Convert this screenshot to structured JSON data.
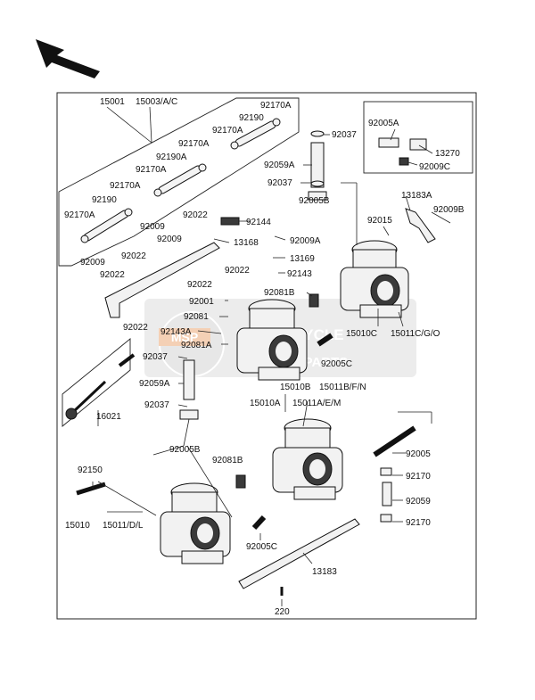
{
  "labels": {
    "l15001": "15001",
    "l15003": "15003/A/C",
    "l92170A_a": "92170A",
    "l92190_a": "92190",
    "l92170A_b": "92170A",
    "l92170A_c": "92170A",
    "l92190A": "92190A",
    "l92170A_d": "92170A",
    "l92170A_e": "92170A",
    "l92190_b": "92190",
    "l92170A_f": "92170A",
    "l92037_a": "92037",
    "l92059A_a": "92059A",
    "l92037_b": "92037",
    "l92005B_a": "92005B",
    "l92005A": "92005A",
    "l13270": "13270",
    "l92009C": "92009C",
    "l13183A": "13183A",
    "l92009B": "92009B",
    "l92015": "92015",
    "l92009_a": "92009",
    "l92022_a": "92022",
    "l92144": "92144",
    "l92009_b": "92009",
    "l13168": "13168",
    "l92009A": "92009A",
    "l92022_b": "92022",
    "l13169": "13169",
    "l92009_c": "92009",
    "l92022_c": "92022",
    "l92022_d": "92022",
    "l92143": "92143",
    "l92022_e": "92022",
    "l92081B_a": "92081B",
    "l92001": "92001",
    "l92022_f": "92022",
    "l92081": "92081",
    "l92143A": "92143A",
    "l92081A": "92081A",
    "l15010C": "15010C",
    "l15011C": "15011C/G/O",
    "l92037_c": "92037",
    "l92005C_a": "92005C",
    "l92059A_b": "92059A",
    "l15010B": "15010B",
    "l15011B": "15011B/F/N",
    "l16021": "16021",
    "l15010A": "15010A",
    "l15011A": "15011A/E/M",
    "l92037_d": "92037",
    "l92005B_b": "92005B",
    "l92081B_b": "92081B",
    "l92005": "92005",
    "l92170_a": "92170",
    "l92150": "92150",
    "l92059": "92059",
    "l15010": "15010",
    "l15011": "15011/D/L",
    "l92170_b": "92170",
    "l92005C_b": "92005C",
    "l13183": "13183",
    "l220": "220"
  },
  "watermark": {
    "line1": "MOTORCYCLE",
    "line2": "SPAREPARTS",
    "badge": "MSP"
  }
}
